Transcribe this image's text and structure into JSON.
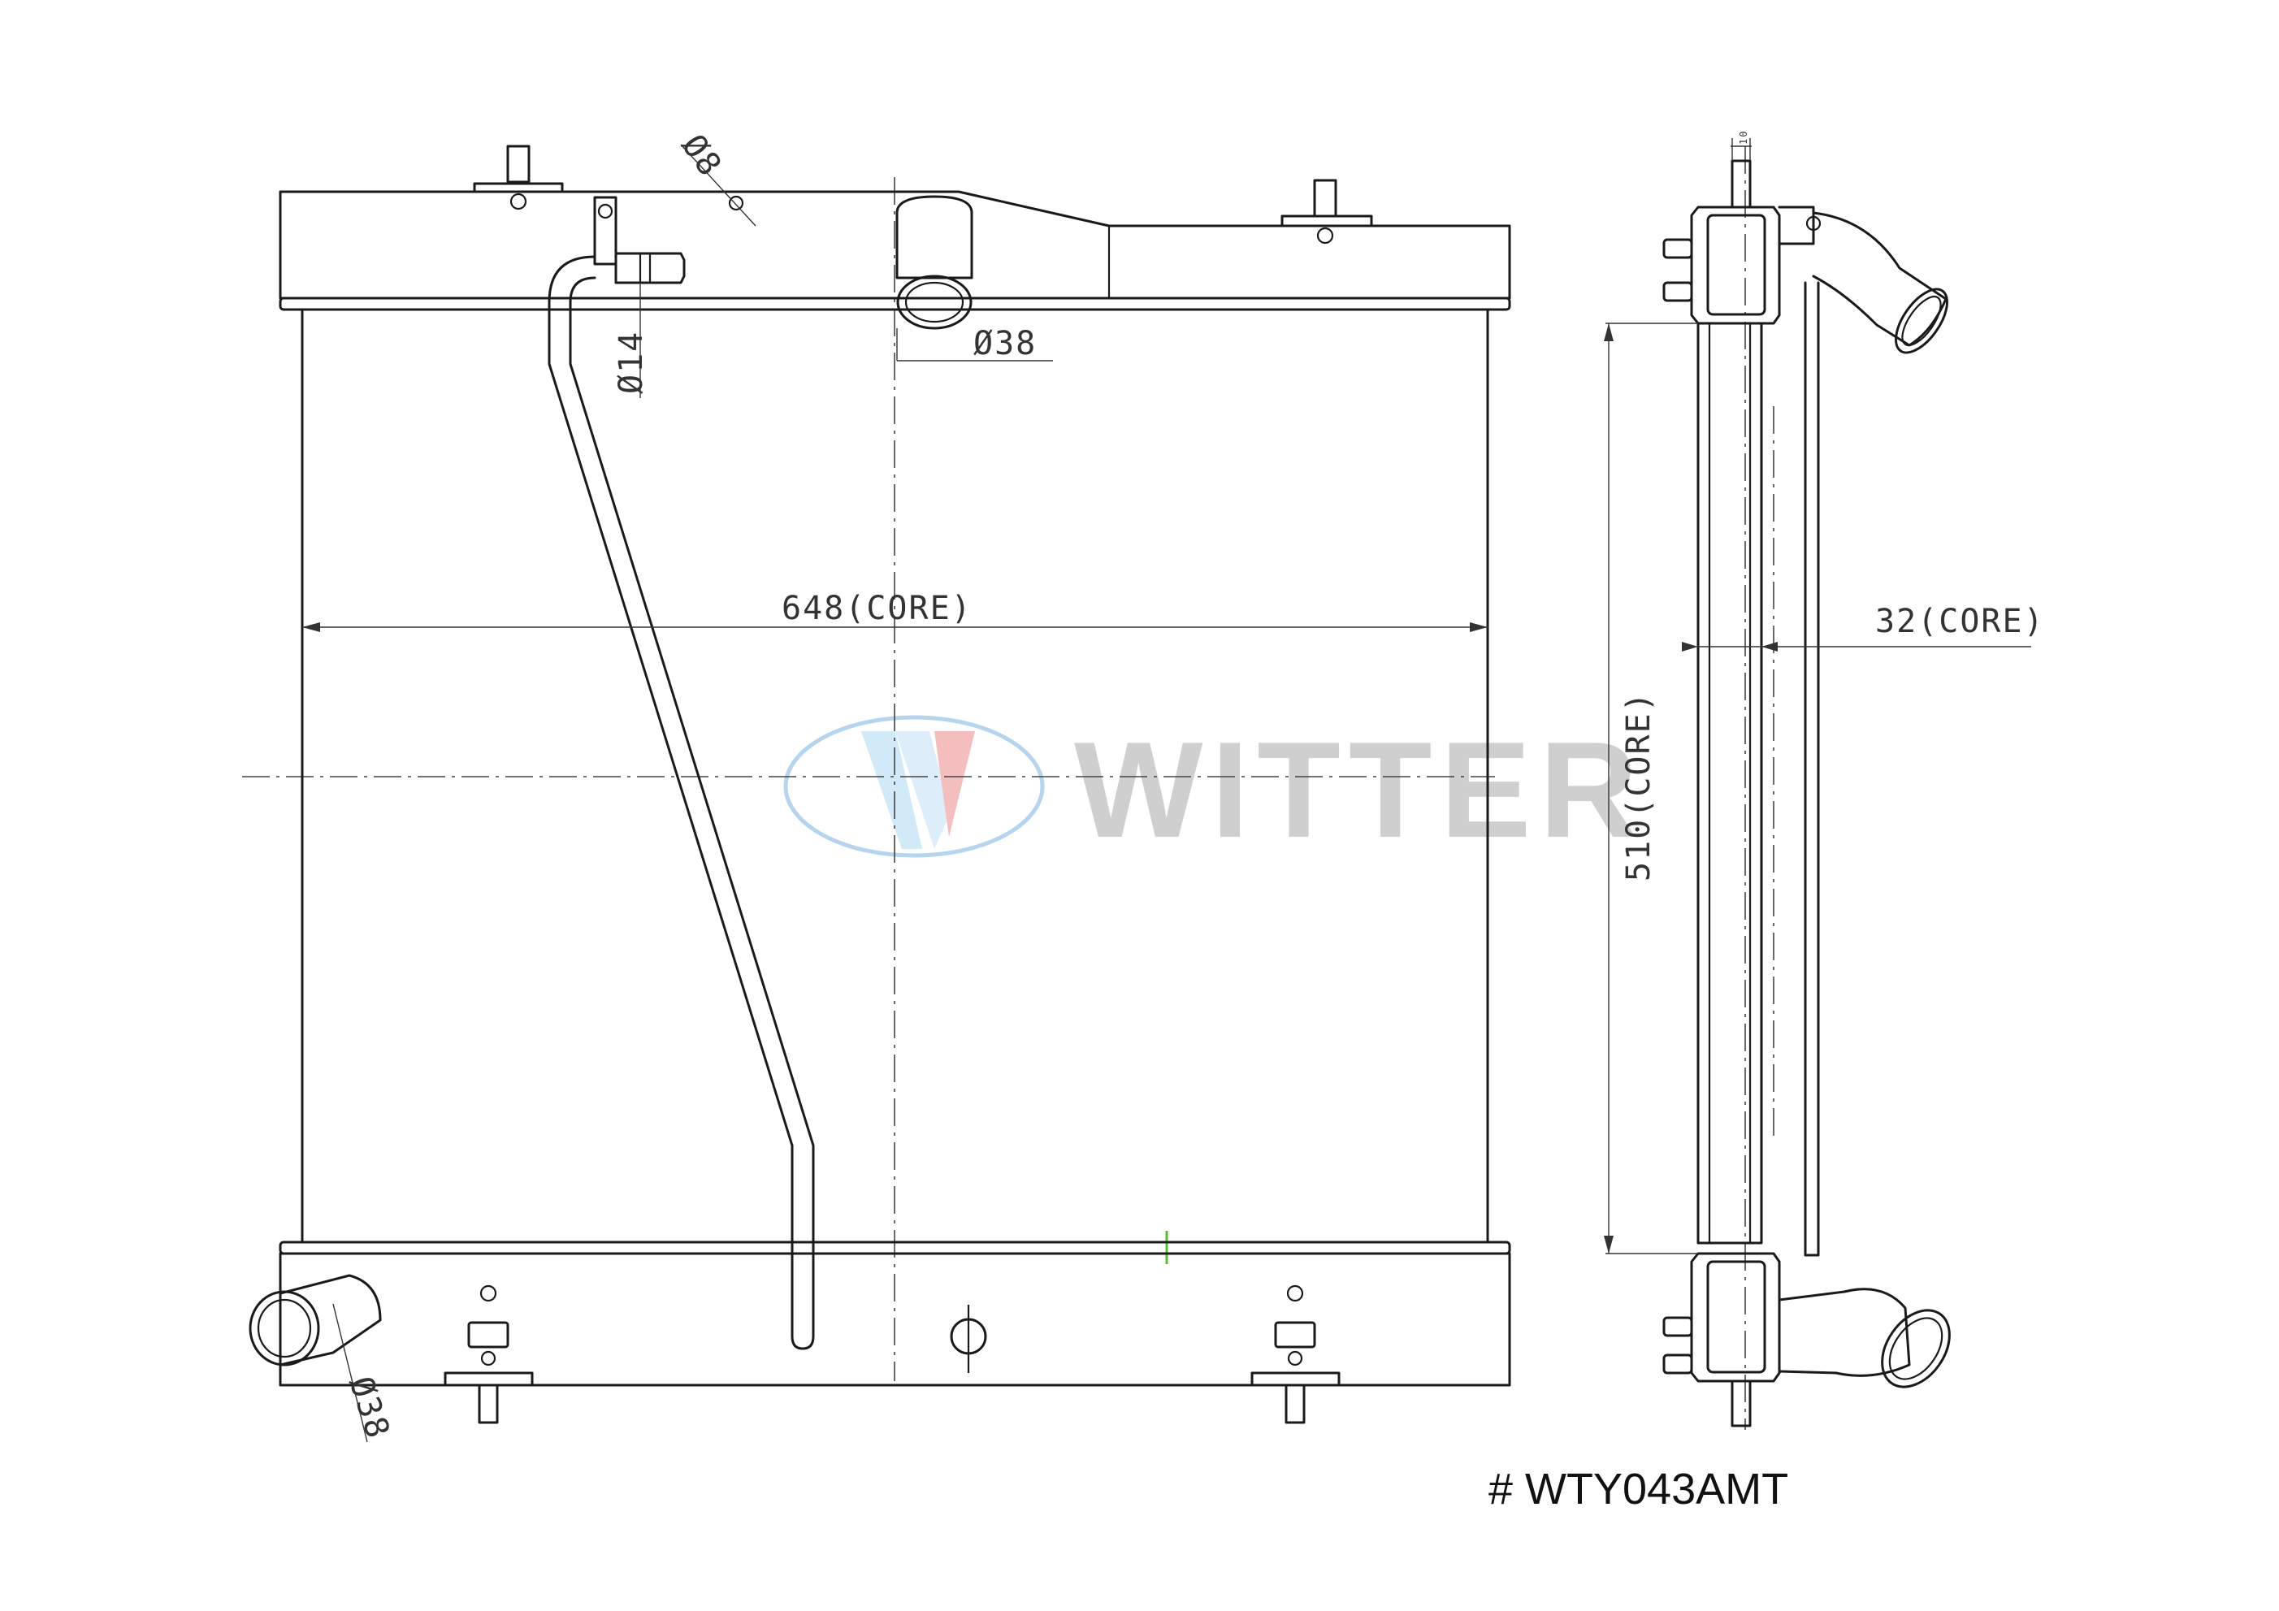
{
  "brand": {
    "name": "WITTER",
    "logo_ring_color": "#a9cdea",
    "logo_accent_color": "#f2a3a3"
  },
  "part_number": "# WTY043AMT",
  "dimensions": {
    "core_width": "648(CORE)",
    "core_height": "510(CORE)",
    "core_depth": "32(CORE)",
    "outlet_diameter": "Ø38",
    "inlet_diameter": "Ø38",
    "hose_diameter": "Ø14",
    "bolt_hole_diameter": "Ø8",
    "side_tab": "10"
  }
}
